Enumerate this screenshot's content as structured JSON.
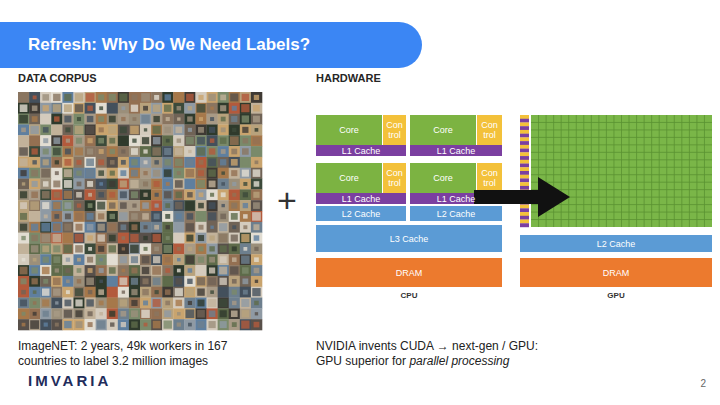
{
  "diagram": {
    "title": "Refresh: Why Do We Need Labels?",
    "nodes": [
      {
        "text": [
          "Core"
        ]
      },
      {
        "text": [
          "Con trol"
        ]
      },
      {
        "text": [
          "Core"
        ]
      },
      {
        "text": [
          "Con trol"
        ]
      },
      {
        "text": [
          "L1 Cache"
        ]
      },
      {
        "text": [
          "L1 Cache"
        ]
      },
      {
        "text": [
          "Core"
        ]
      },
      {
        "text": [
          "Con trol"
        ]
      },
      {
        "text": [
          "Core"
        ]
      },
      {
        "text": [
          "Con trol"
        ]
      },
      {
        "text": [
          "L1 Cache"
        ]
      },
      {
        "text": [
          "L1 Cache"
        ]
      },
      {
        "text": [
          "L2 Cache"
        ]
      },
      {
        "text": [
          "L2 Cache"
        ]
      },
      {
        "text": [
          "L3 Cache"
        ]
      },
      {
        "text": [
          "DRAM"
        ]
      },
      {
        "text": [
          "L2 Cache"
        ]
      },
      {
        "text": [
          "DRAM"
        ]
      }
    ],
    "labels": [
      "DATA CORPUS",
      "HARDWARE",
      "+",
      "CPU",
      "GPU",
      "ImageNET: 2 years, 49k workers in 167 countries to label 3.2 million images",
      "NVIDIA invents CUDA → next-gen / GPU: GPU superior for",
      "parallel processing",
      "IMVARIA",
      "2"
    ]
  }
}
